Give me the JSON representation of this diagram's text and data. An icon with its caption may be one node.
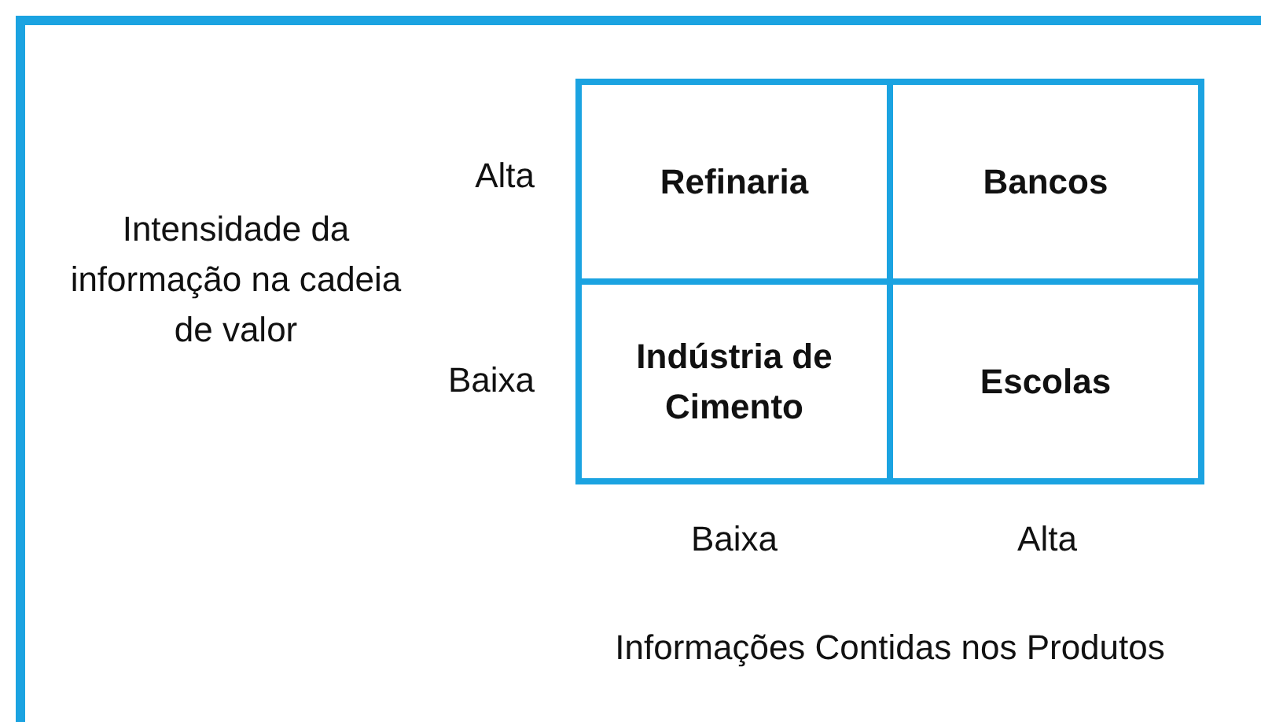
{
  "diagram": {
    "nodes": [
      {
        "text": [
          "Refinaria"
        ]
      },
      {
        "text": [
          "Bancos"
        ]
      },
      {
        "text": [
          "Indústria de Cimento"
        ]
      },
      {
        "text": [
          "Escolas"
        ]
      }
    ],
    "labels": [
      "Alta",
      "Intensidade da informação na cadeia de valor",
      "Baixa",
      "Baixa",
      "Alta",
      "Informações Contidas nos Produtos"
    ]
  }
}
